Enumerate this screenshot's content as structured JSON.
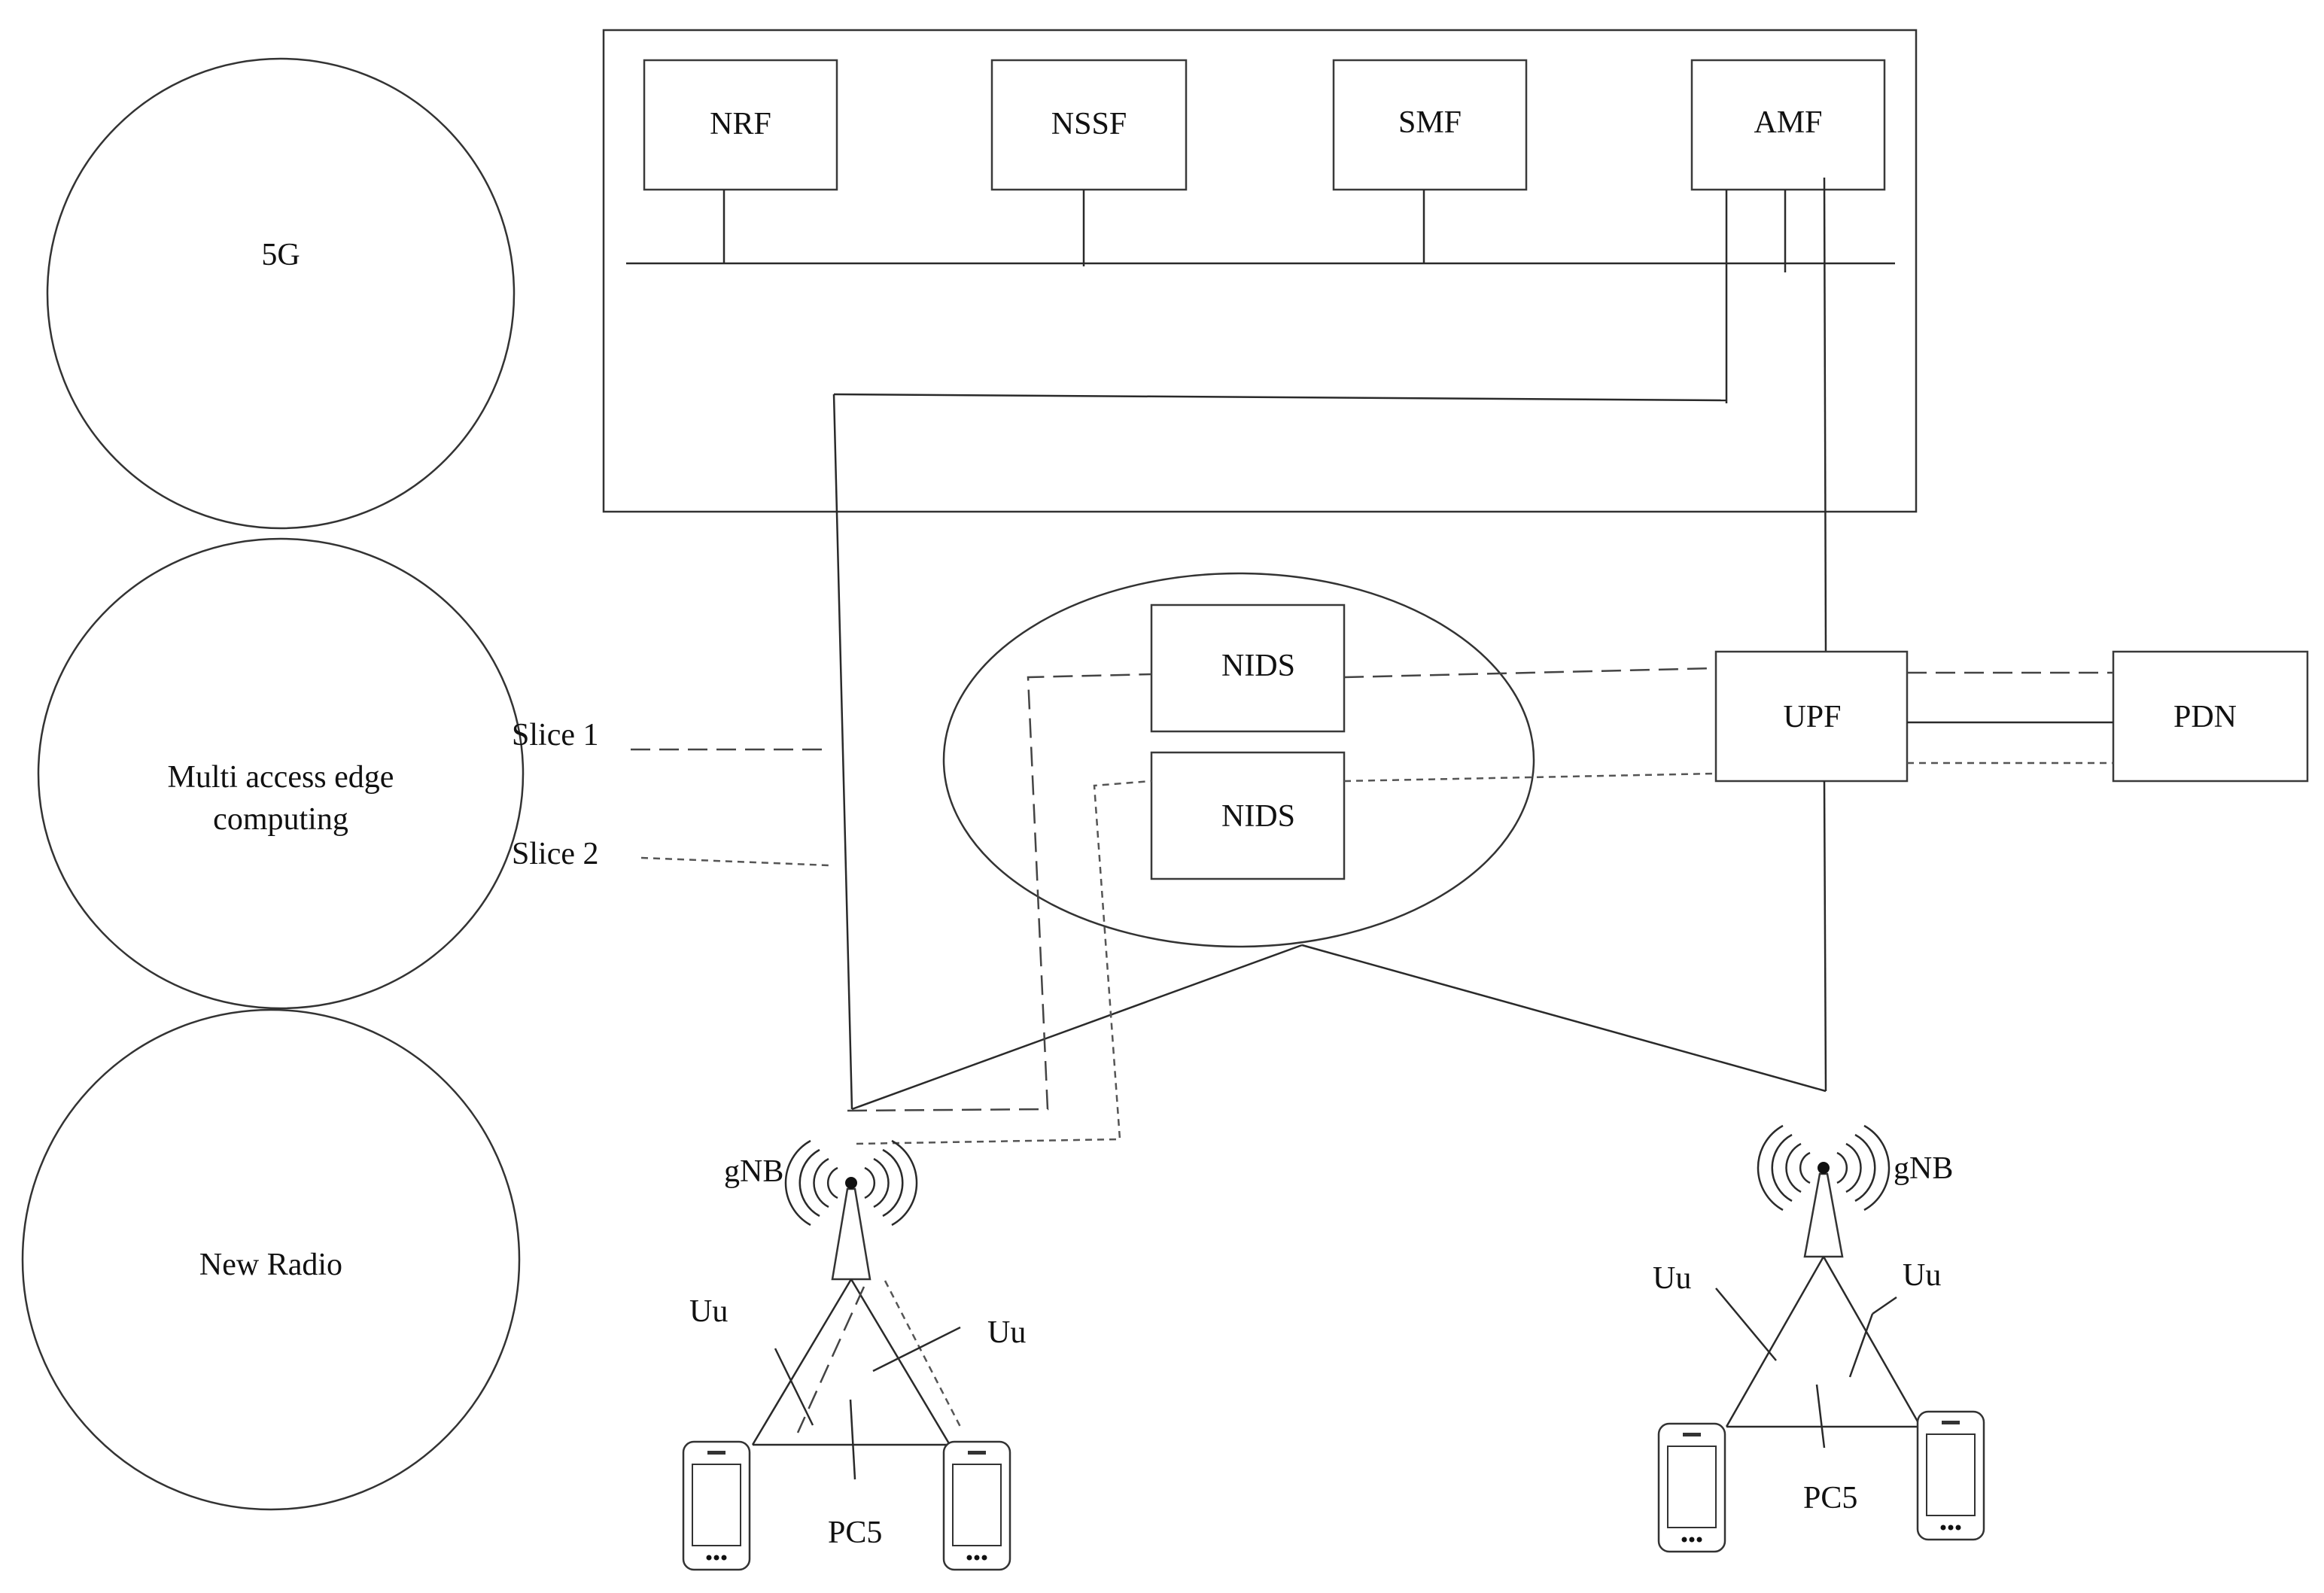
{
  "layers": {
    "top": "5G",
    "middle": "Multi access edge computing",
    "middle_line1": "Multi access edge",
    "middle_line2": "computing",
    "bottom": "New Radio"
  },
  "core_network": {
    "functions": [
      "NRF",
      "NSSF",
      "SMF",
      "AMF"
    ]
  },
  "legend": {
    "slice1": "Slice 1",
    "slice2": "Slice 2"
  },
  "edge": {
    "nids_top": "NIDS",
    "nids_bottom": "NIDS"
  },
  "upf": "UPF",
  "pdn": "PDN",
  "ran_left": {
    "gnb": "gNB",
    "uu_left": "Uu",
    "uu_right": "Uu",
    "pc5": "PC5"
  },
  "ran_right": {
    "gnb": "gNB",
    "uu_left": "Uu",
    "uu_right": "Uu",
    "pc5": "PC5"
  }
}
